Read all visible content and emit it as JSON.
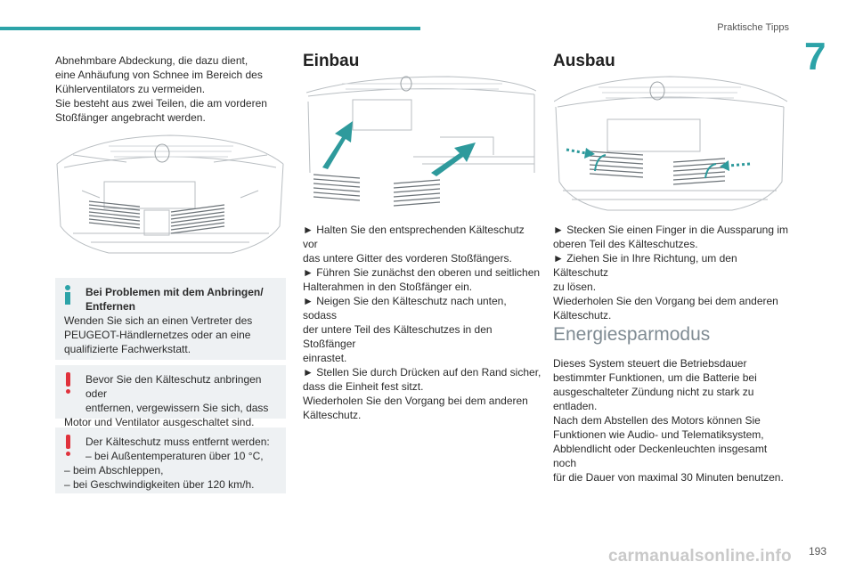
{
  "header": {
    "section_title": "Praktische Tipps",
    "chapter": "7"
  },
  "col1": {
    "intro": [
      "Abnehmbare Abdeckung, die dazu dient,",
      "eine Anhäufung von Schnee im Bereich des",
      "Kühlerventilators zu vermeiden.",
      "Sie besteht aus zwei Teilen, die am vorderen",
      "Stoßfänger angebracht werden."
    ],
    "info_box": {
      "title_lines": [
        "Bei Problemen mit dem Anbringen/",
        "Entfernen"
      ],
      "lines": [
        "Wenden Sie sich an einen Vertreter des",
        "PEUGEOT-Händlernetzes oder an eine",
        "qualifizierte Fachwerkstatt."
      ]
    },
    "warn_box1": {
      "lines": [
        "Bevor Sie den Kälteschutz anbringen oder",
        "entfernen, vergewissern Sie sich, dass"
      ],
      "last": "Motor und Ventilator ausgeschaltet sind."
    },
    "warn_box2": {
      "lines": [
        "Der Kälteschutz muss entfernt werden:",
        "–  bei Außentemperaturen über 10 °C,"
      ],
      "rest": [
        "–  beim Abschleppen,",
        "–  bei Geschwindigkeiten über 120 km/h."
      ]
    }
  },
  "col2": {
    "heading": "Einbau",
    "lines": [
      "►  Halten Sie den entsprechenden Kälteschutz vor",
      "das untere Gitter des vorderen Stoßfängers.",
      "►  Führen Sie zunächst den oberen und seitlichen",
      "Halterahmen in den Stoßfänger ein.",
      "►  Neigen Sie den Kälteschutz nach unten, sodass",
      "der untere Teil des Kälteschutzes in den Stoßfänger",
      "einrastet.",
      "►  Stellen Sie durch Drücken auf den Rand sicher,",
      "dass die Einheit fest sitzt.",
      "Wiederholen Sie den Vorgang bei dem anderen",
      "Kälteschutz."
    ]
  },
  "col3": {
    "heading": "Ausbau",
    "lines": [
      "►  Stecken Sie einen Finger in die Aussparung im",
      "oberen Teil des Kälteschutzes.",
      "►  Ziehen Sie in Ihre Richtung, um den Kälteschutz",
      "zu lösen.",
      "Wiederholen Sie den Vorgang bei dem anderen",
      "Kälteschutz."
    ],
    "heading2": "Energiesparmodus",
    "lines2": [
      "Dieses System steuert die Betriebsdauer",
      "bestimmter Funktionen, um die Batterie bei",
      "ausgeschalteter Zündung nicht zu stark zu",
      "entladen.",
      "Nach dem Abstellen des Motors können Sie",
      "Funktionen wie Audio- und Telematiksystem,",
      "Abblendlicht oder Deckenleuchten insgesamt noch",
      "für die Dauer von maximal 30 Minuten benutzen."
    ]
  },
  "footer": {
    "page_number": "193",
    "watermark": "carmanualsonline.info"
  },
  "colors": {
    "accent": "#2ca3a8",
    "warning": "#e0323c",
    "box_bg": "#eef1f3"
  },
  "icons": {
    "info": "info-icon",
    "warning": "warning-icon"
  }
}
